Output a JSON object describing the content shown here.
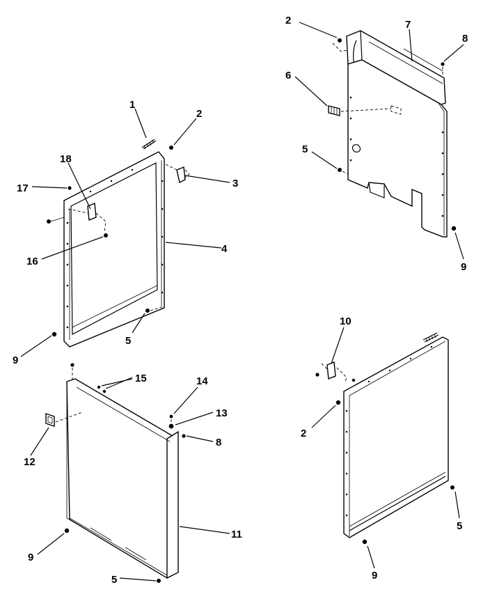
{
  "callouts": {
    "c1": "1",
    "c2a": "2",
    "c3": "3",
    "c4": "4",
    "c5a": "5",
    "c9a": "9",
    "c16": "16",
    "c17": "17",
    "c18": "18",
    "c2b": "2",
    "c5b": "5",
    "c6": "6",
    "c7": "7",
    "c8a": "8",
    "c9b": "9",
    "c15": "15",
    "c14": "14",
    "c13": "13",
    "c8b": "8",
    "c12": "12",
    "c11": "11",
    "c9c": "9",
    "c5c": "5",
    "c10": "10",
    "c2c": "2",
    "c5d": "5",
    "c9d": "9"
  }
}
